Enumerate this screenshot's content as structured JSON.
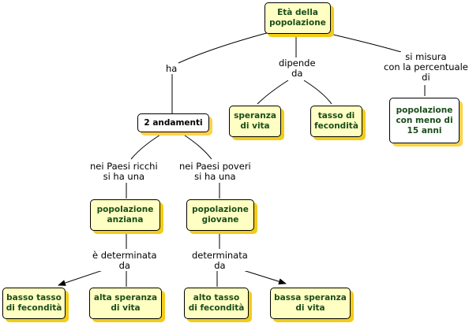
{
  "nodes": {
    "root": "Età della\npopolazione",
    "due_andamenti": "2 andamenti",
    "speranza_vita": "speranza\ndi vita",
    "tasso_fecondita": "tasso di\nfecondità",
    "meno_15": "popolazione\ncon meno di\n15 anni",
    "anziana": "popolazione\nanziana",
    "giovane": "popolazione\ngiovane",
    "basso_tasso": "basso tasso\ndi fecondità",
    "alta_speranza": "alta speranza\ndi vita",
    "alto_tasso": "alto tasso\ndi fecondità",
    "bassa_speranza": "bassa speranza\ndi vita"
  },
  "links": {
    "ha": "ha",
    "dipende_da": "dipende\nda",
    "si_misura": "si misura\ncon la percentuale\ndi",
    "paesi_ricchi": "nei Paesi ricchi\nsi ha una",
    "paesi_poveri": "nei Paesi poveri\nsi ha una",
    "e_determinata": "è determinata\nda",
    "determinata": "determinata\nda"
  },
  "colors": {
    "node_fill": "#ffffc3",
    "node_shadow": "#f2cc19",
    "node_text": "#1a4d1a",
    "line": "#000000"
  }
}
